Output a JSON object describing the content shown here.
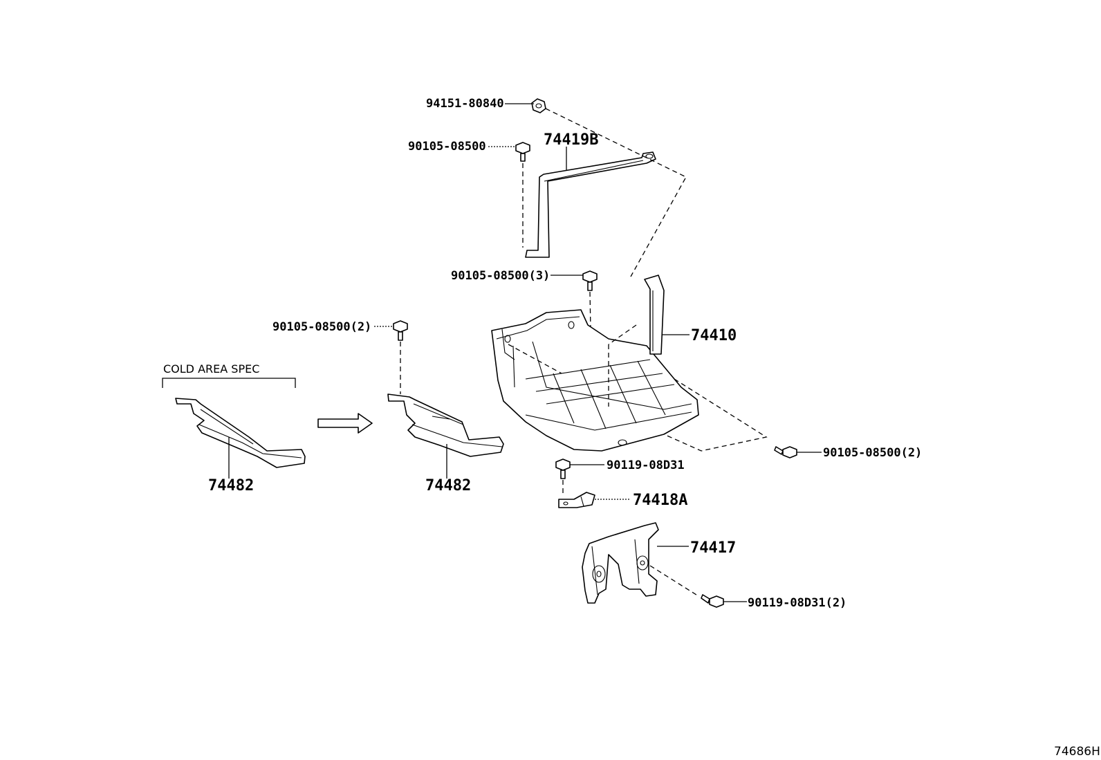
{
  "diagram": {
    "note_cold_area": "COLD AREA SPEC",
    "reference_code": "74686H",
    "labels": {
      "nut_94151": "94151-80840",
      "bolt_top": "90105-08500",
      "clamp_74419B": "74419B",
      "bolt_3": "90105-08500(3)",
      "bolt_2_left": "90105-08500(2)",
      "tray_74410": "74410",
      "bolt_2_right": "90105-08500(2)",
      "bolt_90119": "90119-08D31",
      "bracket_74418A": "74418A",
      "support_74417": "74417",
      "bolt_90119_2": "90119-08D31(2)",
      "insulator_cold": "74482",
      "insulator": "74482"
    }
  }
}
